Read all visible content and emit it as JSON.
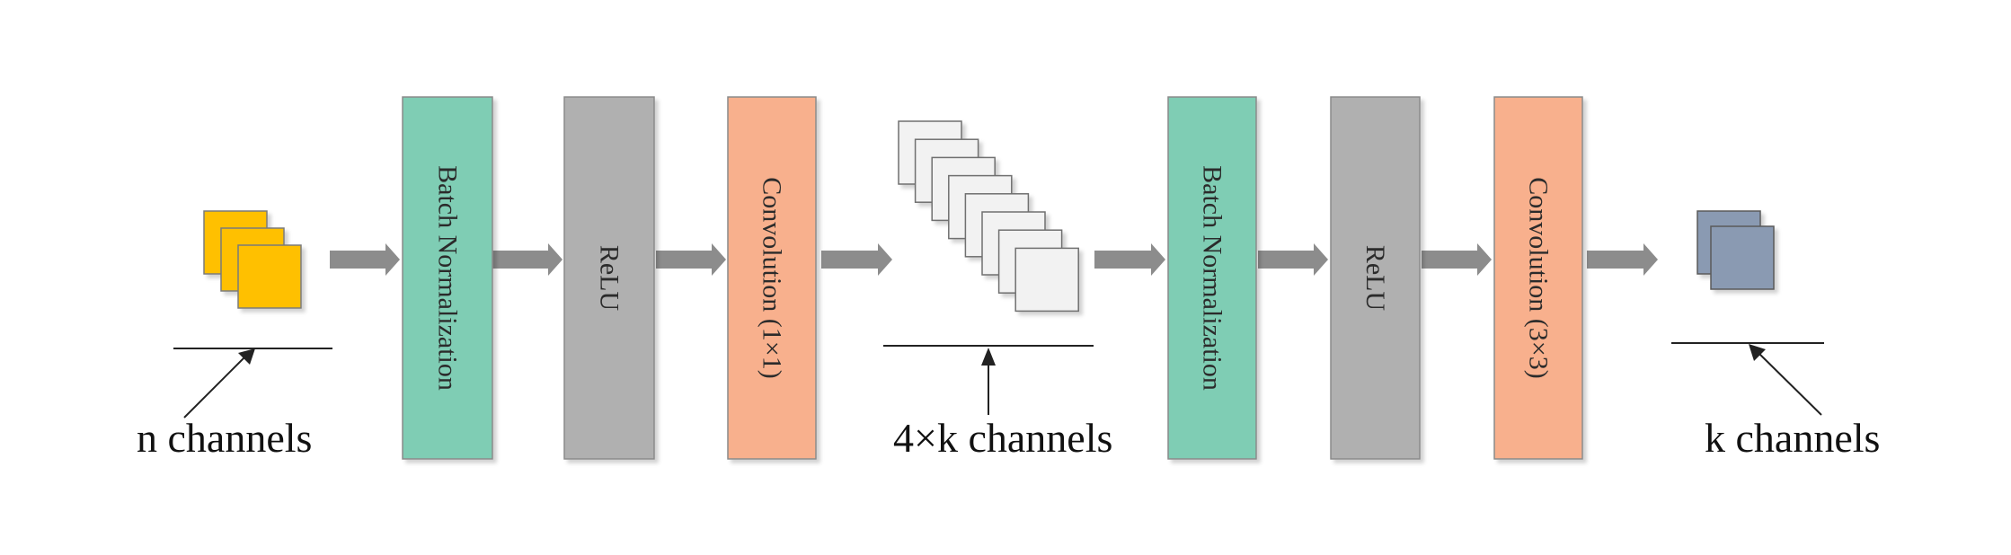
{
  "colors": {
    "batch_norm": "#7fcdb4",
    "relu": "#b0b0b0",
    "convolution": "#f8b08d",
    "input_maps": "#ffc000",
    "intermediate_maps": "#f2f2f2",
    "output_maps": "#8a9ab2",
    "arrow": "#8c8c8c",
    "line": "#222222"
  },
  "blocks": [
    {
      "kind": "batch_norm",
      "label": "Batch Normalization"
    },
    {
      "kind": "relu",
      "label": "ReLU"
    },
    {
      "kind": "convolution",
      "label": "Convolution (1×1)"
    },
    {
      "kind": "batch_norm",
      "label": "Batch Normalization"
    },
    {
      "kind": "relu",
      "label": "ReLU"
    },
    {
      "kind": "convolution",
      "label": "Convolution (3×3)"
    }
  ],
  "feature_maps": {
    "input": {
      "count": 3,
      "label": "n channels"
    },
    "intermediate": {
      "count": 8,
      "label": "4×k channels"
    },
    "output": {
      "count": 2,
      "label": "k channels"
    }
  },
  "flow_arrows": 8
}
